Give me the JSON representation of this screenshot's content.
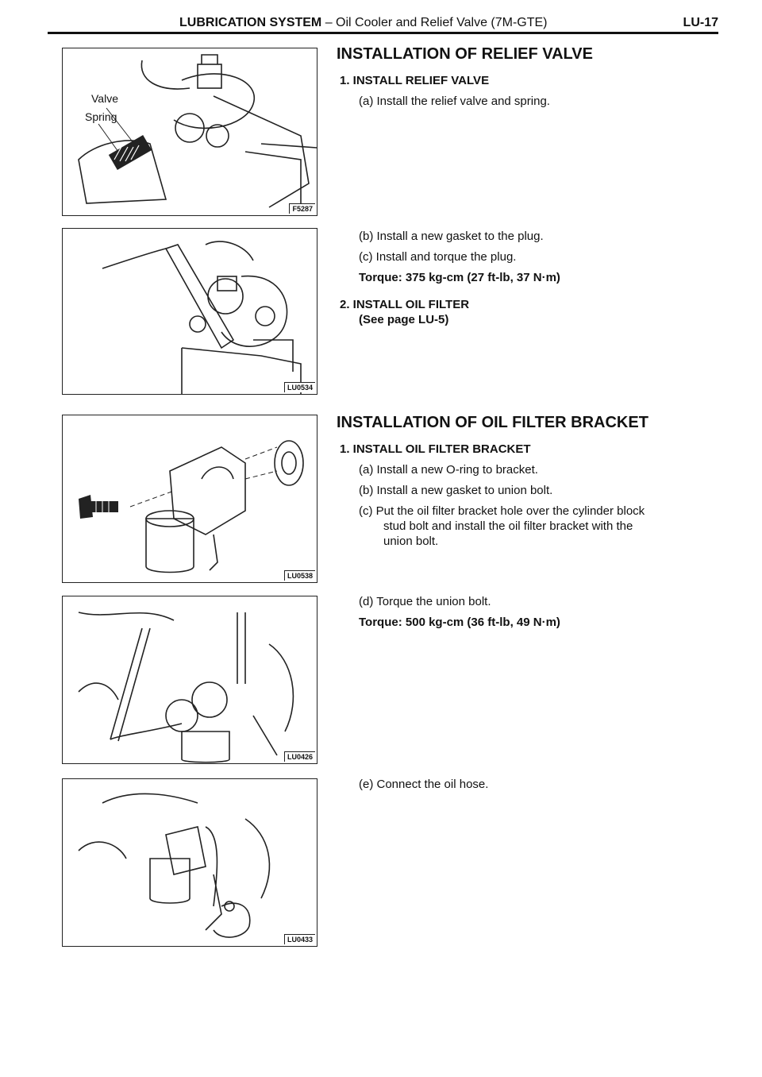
{
  "header": {
    "section_bold": "LUBRICATION SYSTEM",
    "section_rest": " – Oil Cooler and Relief Valve (7M-GTE)",
    "page": "LU-17"
  },
  "figures": [
    {
      "code": "F5287",
      "labels": [
        "Valve",
        "Spring"
      ]
    },
    {
      "code": "LU0534"
    },
    {
      "code": "LU0538"
    },
    {
      "code": "LU0426"
    },
    {
      "code": "LU0433"
    }
  ],
  "relief": {
    "title": "INSTALLATION OF RELIEF VALVE",
    "step1": "1.  INSTALL RELIEF VALVE",
    "a": "(a)  Install the relief valve and spring.",
    "b": "(b)  Install a new gasket to the plug.",
    "c": "(c)  Install and torque the plug.",
    "torque": "Torque:   375 kg-cm (27 ft-lb, 37 N·m)",
    "step2": "2.  INSTALL OIL FILTER",
    "step2_ref": "(See page LU-5)"
  },
  "bracket": {
    "title": "INSTALLATION OF OIL FILTER BRACKET",
    "step1": "1.  INSTALL OIL FILTER BRACKET",
    "a": "(a)  Install a new O-ring to bracket.",
    "b": "(b)  Install a new gasket to union bolt.",
    "c1": "(c)  Put the oil filter bracket hole over the cylinder block",
    "c2": "stud bolt and install the oil filter bracket with the",
    "c3": "union bolt.",
    "d": "(d)  Torque the union bolt.",
    "torque": "Torque:   500 kg-cm (36 ft-lb, 49 N·m)",
    "e": "(e)  Connect the oil hose."
  }
}
